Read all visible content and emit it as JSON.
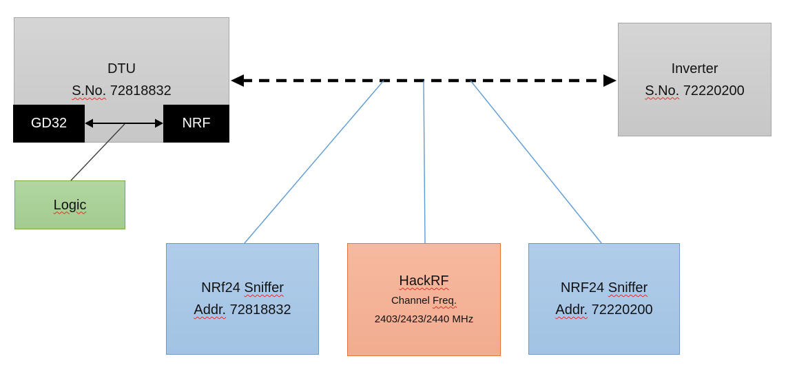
{
  "diagram": {
    "dtu": {
      "title": "DTU",
      "serial_label": "S.No.",
      "serial": "72818832"
    },
    "chips": {
      "gd32": "GD32",
      "nrf": "NRF"
    },
    "logic": {
      "label": "Logic"
    },
    "inverter": {
      "title": "Inverter",
      "serial_label": "S.No.",
      "serial": "72220200"
    },
    "sniffer_left": {
      "name": "NRf24",
      "type": "Sniffer",
      "addr_label": "Addr.",
      "addr": "72818832"
    },
    "hackrf": {
      "title": "HackRF",
      "channel_label": "Channel",
      "freq_label": "Freq.",
      "frequencies": "2403/2423/2440 MHz"
    },
    "sniffer_right": {
      "name": "NRF24",
      "type": "Sniffer",
      "addr_label": "Addr.",
      "addr": "72220200"
    },
    "colors": {
      "box_gray_fill": "#cdcdcd",
      "box_gray_border": "#a6a6a6",
      "box_green_fill": "#a9d098",
      "box_green_border": "#70ad47",
      "box_blue_fill": "#a8c7e7",
      "box_blue_border": "#6c9bc9",
      "box_orange_fill": "#f4b398",
      "box_orange_border": "#e8743c",
      "chip_fill": "#000000",
      "chip_text": "#ffffff",
      "connector_blue": "#5b9bd5",
      "arrow_black": "#000000",
      "spellcheck_red": "#e03222"
    }
  }
}
